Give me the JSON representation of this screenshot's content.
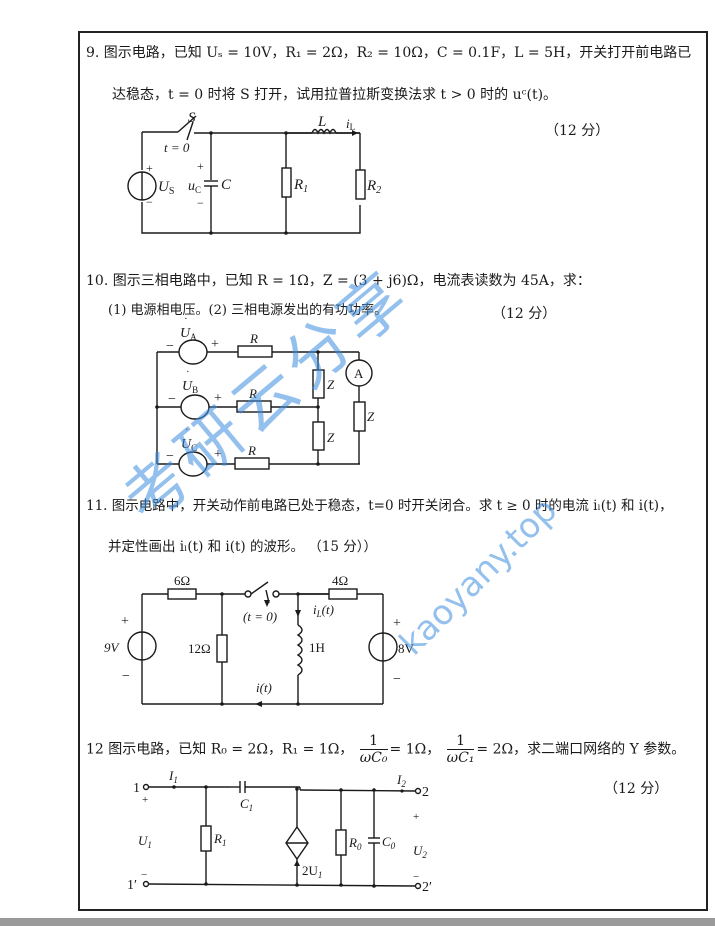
{
  "watermark": {
    "cn": "考研云分享",
    "url": "kaoyany.top",
    "color": "#3b8de0"
  },
  "q9": {
    "line1": "9. 图示电路，已知 Uₛ = 10V，R₁ = 2Ω，R₂ = 10Ω，C = 0.1F，L = 5H，开关打开前电路已",
    "line2": "达稳态，t = 0 时将 S 打开，试用拉普拉斯变换法求 t > 0 时的 uᶜ(t)。",
    "points": "（12 分）",
    "labels": {
      "switch": "S",
      "t0": "t = 0",
      "source": "U",
      "source_sub": "S",
      "uc": "u",
      "uc_sub": "C",
      "cap": "C",
      "r1": "R",
      "r1_sub": "1",
      "r2": "R",
      "r2_sub": "2",
      "ind": "L",
      "il": "i",
      "il_sub": "L",
      "plus": "+",
      "minus": "−"
    }
  },
  "q10": {
    "line1": "10. 图示三相电路中，已知 R = 1Ω，Z = (3 + j6)Ω，电流表读数为 45A，求：",
    "line2": "(1) 电源相电压。(2) 三相电源发出的有功功率。",
    "points": "（12 分）",
    "labels": {
      "ua": "U",
      "ua_sub": "A",
      "ub": "U",
      "ub_sub": "B",
      "uc": "U",
      "uc_sub": "C",
      "r": "R",
      "z": "Z",
      "ammeter": "A",
      "plus": "+",
      "minus": "−"
    }
  },
  "q11": {
    "line1": "11.  图示电路中，开关动作前电路已处于稳态，t=0 时开关闭合。求 t ≥ 0 时的电流 iₗ(t) 和 i(t)，",
    "line2": "并定性画出 iₗ(t) 和 i(t) 的波形。  （15 分））",
    "labels": {
      "r6": "6Ω",
      "r4": "4Ω",
      "r12": "12Ω",
      "v9": "9V",
      "v8": "8V",
      "ind": "1H",
      "switch": "(t = 0)",
      "il": "i",
      "il_sub": "L",
      "il_arg": "(t)",
      "i": "i(t)",
      "plus": "+",
      "minus": "−"
    }
  },
  "q12": {
    "prefix": "12  图示电路，已知 R₀ = 2Ω，R₁ = 1Ω，",
    "frac1_num": "1",
    "frac1_den": "ωC₀",
    "frac1_rhs": "= 1Ω，",
    "frac2_num": "1",
    "frac2_den": "ωC₁",
    "frac2_rhs": "= 2Ω，求二端口网络的 Y 参数。",
    "points": "（12 分）",
    "labels": {
      "p1": "1",
      "p1p": "1′",
      "p2": "2",
      "p2p": "2′",
      "i1": "I",
      "i1_sub": "1",
      "i2": "I",
      "i2_sub": "2",
      "u1": "U",
      "u1_sub": "1",
      "u2": "U",
      "u2_sub": "2",
      "r1": "R",
      "r1_sub": "1",
      "r0": "R",
      "r0_sub": "0",
      "c1": "C",
      "c1_sub": "1",
      "c0": "C",
      "c0_sub": "0",
      "dep": "2U",
      "dep_sub": "1",
      "plus": "+",
      "minus": "−"
    }
  }
}
